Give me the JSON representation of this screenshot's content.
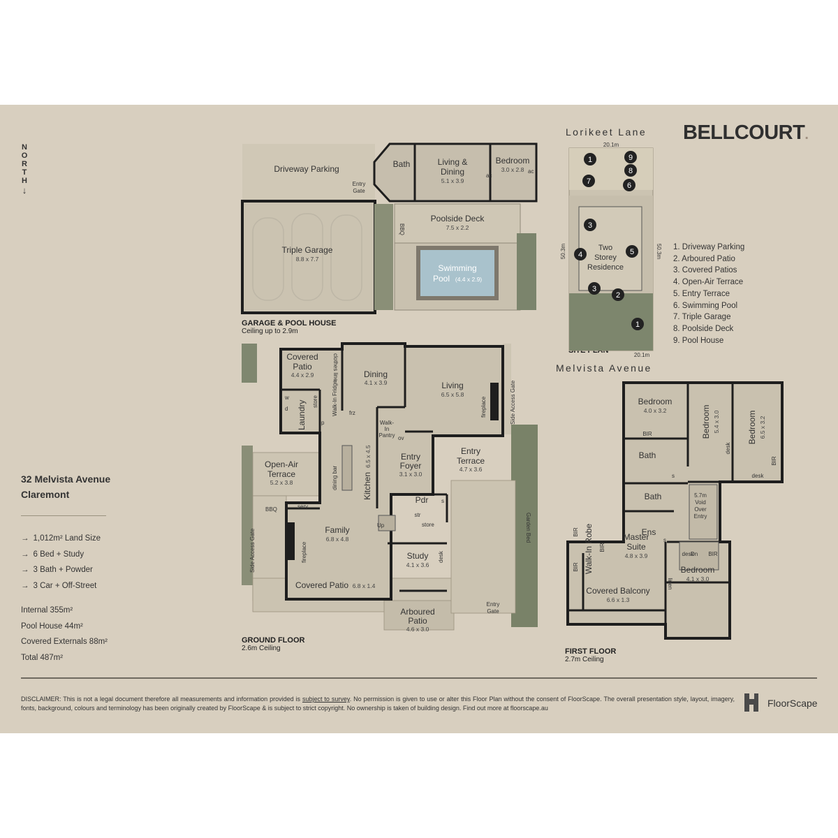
{
  "header": {
    "north_label": "NORTH",
    "north_arrow": "↓",
    "brand": "BELLCOURT",
    "brand_dot": "."
  },
  "property": {
    "address_line1": "32 Melvista Avenue",
    "address_line2": "Claremont",
    "facts": [
      "1,012m² Land Size",
      "6 Bed + Study",
      "3 Bath + Powder",
      "3 Car + Off-Street"
    ],
    "areas": [
      "Internal 355m²",
      "Pool House 44m²",
      "Covered Externals 88m²",
      "Total 487m²"
    ]
  },
  "site_plan": {
    "street_top": "Lorikeet Lane",
    "street_bottom": "Melvista Avenue",
    "width_top": "20.1m",
    "width_bottom": "20.1m",
    "depth_left": "50.3m",
    "depth_right": "50.3m",
    "label": "SITE PLAN",
    "residence_line1": "Two",
    "residence_line2": "Storey",
    "residence_line3": "Residence",
    "legend": [
      "1. Driveway Parking",
      "2. Arboured Patio",
      "3. Covered Patios",
      "4. Open-Air Terrace",
      "5. Entry Terrace",
      "6. Swimming Pool",
      "7. Triple Garage",
      "8. Poolside Deck",
      "9. Pool House"
    ],
    "markers": [
      "1",
      "9",
      "8",
      "7",
      "6",
      "3",
      "4",
      "5",
      "3",
      "2",
      "1"
    ]
  },
  "garage_pool_house": {
    "caption": "GARAGE & POOL HOUSE",
    "ceiling": "Ceiling up to 2.9m",
    "rooms": {
      "driveway": "Driveway Parking",
      "garage": "Triple Garage",
      "garage_dim": "8.8 x 7.7",
      "bath": "Bath",
      "living_1": "Living &",
      "living_2": "Dining",
      "living_dim": "5.1 x 3.9",
      "bedroom": "Bedroom",
      "bedroom_dim": "3.0 x 2.8",
      "deck": "Poolside Deck",
      "deck_dim": "7.5 x 2.2",
      "pool_1": "Swimming",
      "pool_2": "Pool",
      "pool_dim": "(4.4 x 2.9)",
      "entry_gate_1": "Entry",
      "entry_gate_2": "Gate",
      "bbq": "BBQ",
      "ac": "ac"
    }
  },
  "ground_floor": {
    "caption": "GROUND FLOOR",
    "ceiling": "2.6m Ceiling",
    "rooms": {
      "covered_patio_1": "Covered",
      "covered_patio_2": "Patio",
      "covered_patio_dim": "4.4 x 2.9",
      "clothes_line": "clothes line",
      "dining": "Dining",
      "dining_dim": "4.1 x 3.9",
      "living": "Living",
      "living_dim": "6.5 x 5.8",
      "fireplace": "fireplace",
      "side_access_gate": "Side Access Gate",
      "laundry": "Laundry",
      "store": "store",
      "walk_in_fridge": "Walk-In Fridge",
      "w": "w",
      "d": "d",
      "p": "p",
      "frz": "frz",
      "walk_in_pantry_1": "Walk-",
      "walk_in_pantry_2": "In",
      "walk_in_pantry_3": "Pantry",
      "ov": "ov",
      "entry_foyer_1": "Entry",
      "entry_foyer_2": "Foyer",
      "entry_foyer_dim": "3.1 x 3.0",
      "entry_terrace_1": "Entry",
      "entry_terrace_2": "Terrace",
      "entry_terrace_dim": "4.7 x 3.6",
      "open_air_1": "Open-Air",
      "open_air_2": "Terrace",
      "open_air_dim": "5.2 x 3.8",
      "dining_bar": "dining bar",
      "kitchen": "Kitchen",
      "kitchen_dim": "6.5 x 4.5",
      "pdr": "Pdr",
      "str": "str",
      "s": "s",
      "garden_bed": "Garden Bed",
      "bbq": "BBQ",
      "serv": "serv",
      "family": "Family",
      "family_dim": "6.8 x 4.8",
      "up": "Up",
      "study": "Study",
      "study_dim": "4.1 x 3.6",
      "desk": "desk",
      "covered_patio_s": "Covered Patio",
      "covered_patio_s_dim": "6.8 x 1.4",
      "arboured_1": "Arboured",
      "arboured_2": "Patio",
      "arboured_dim": "4.6 x 3.0",
      "entry_gate_1": "Entry",
      "entry_gate_2": "Gate"
    }
  },
  "first_floor": {
    "caption": "FIRST FLOOR",
    "ceiling": "2.7m Ceiling",
    "rooms": {
      "bed1": "Bedroom",
      "bed1_dim": "4.0 x 3.2",
      "bir": "BIR",
      "bed2": "Bedroom",
      "bed2_dim": "5.4 x 3.0",
      "desk": "desk",
      "bed3": "Bedroom",
      "bed3_dim": "6.5 x 3.2",
      "bath1": "Bath",
      "bath2": "Bath",
      "linen": "linen",
      "void_1": "5.7m",
      "void_2": "Void",
      "void_3": "Over",
      "void_4": "Entry",
      "ens": "Ens",
      "s": "s",
      "dn": "Dn",
      "walk_in_robe": "Walk-In Robe",
      "master_1": "Master",
      "master_2": "Suite",
      "master_dim": "4.8 x 3.9",
      "bed4": "Bedroom",
      "bed4_dim": "4.1 x 3.0",
      "balcony": "Covered Balcony",
      "balcony_dim": "6.6 x 1.3"
    }
  },
  "footer": {
    "disclaimer_a": "DISCLAIMER: This is not a legal document therefore all measurements and information provided is ",
    "disclaimer_link": "subject to survey",
    "disclaimer_b": ". No permission is given to use or alter this Floor Plan without the consent of FloorScape. The overall presentation style, layout, imagery, fonts, background, colours and terminology has been originally created by FloorScape & is subject to strict copyright. No ownership is taken of building design. Find out more at floorscape.au",
    "company": "FloorScape"
  },
  "colors": {
    "background": "#d8cfbf",
    "wall": "#1e1e1e",
    "floor": "#c8c0ae",
    "garden": "#6f7a63",
    "pool": "#a9c2cc",
    "text": "#333333"
  }
}
